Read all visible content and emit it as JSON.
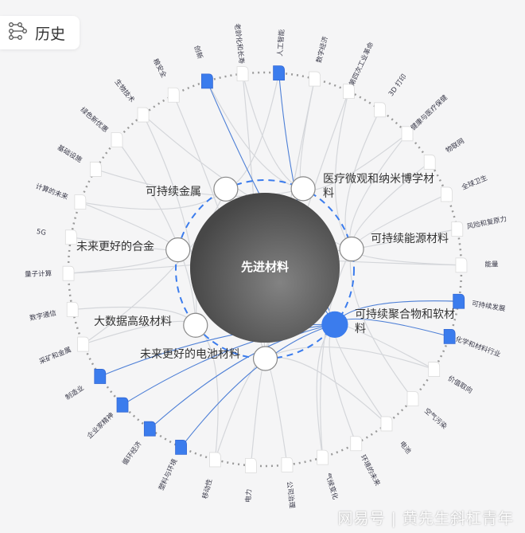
{
  "history_button": {
    "label": "历史",
    "icon": "history-flow-icon"
  },
  "center": {
    "label": "先进材料"
  },
  "colors": {
    "accent": "#3b7ced",
    "center": "#4a4a4a",
    "edge": "#d4d6da",
    "node_border": "#dcdcdc",
    "ring": "#9a9a9a"
  },
  "inner_nodes": [
    {
      "label": "可持续金属",
      "active": false
    },
    {
      "label": "医疗微观和纳米博学材料",
      "active": false
    },
    {
      "label": "可持续能源材料",
      "active": false
    },
    {
      "label": "可持续聚合物和软材料",
      "active": true
    },
    {
      "label": "未来更好的电池材料",
      "active": false
    },
    {
      "label": "大数据高级材料",
      "active": false
    },
    {
      "label": "未来更好的合金",
      "active": false
    }
  ],
  "outer_nodes": [
    {
      "label": "老龄化和长寿",
      "active": false
    },
    {
      "label": "人工智能",
      "active": true
    },
    {
      "label": "数字经济",
      "active": false
    },
    {
      "label": "第四次工业革命",
      "active": false
    },
    {
      "label": "3D 打印",
      "active": false
    },
    {
      "label": "健康与医疗保健",
      "active": false
    },
    {
      "label": "物联网",
      "active": false
    },
    {
      "label": "全球卫生",
      "active": false
    },
    {
      "label": "风险和复原力",
      "active": false
    },
    {
      "label": "能量",
      "active": false
    },
    {
      "label": "可持续发展",
      "active": true
    },
    {
      "label": "化学和材料行业",
      "active": true
    },
    {
      "label": "价值取向",
      "active": false
    },
    {
      "label": "空气污染",
      "active": false
    },
    {
      "label": "电池",
      "active": false
    },
    {
      "label": "环境的未来",
      "active": false
    },
    {
      "label": "气候变化",
      "active": false
    },
    {
      "label": "公司治理",
      "active": false
    },
    {
      "label": "电力",
      "active": false
    },
    {
      "label": "移动性",
      "active": false
    },
    {
      "label": "塑料与环境",
      "active": true
    },
    {
      "label": "循环经济",
      "active": true
    },
    {
      "label": "企业家精神",
      "active": true
    },
    {
      "label": "制造业",
      "active": true
    },
    {
      "label": "采矿和金属",
      "active": false
    },
    {
      "label": "数字通信",
      "active": false
    },
    {
      "label": "量子计算",
      "active": false
    },
    {
      "label": "5G",
      "active": false
    },
    {
      "label": "计算的未来",
      "active": false
    },
    {
      "label": "基础设施",
      "active": false
    },
    {
      "label": "绿色新优惠",
      "active": false
    },
    {
      "label": "生物技术",
      "active": false
    },
    {
      "label": "粮安全",
      "active": false
    },
    {
      "label": "创新",
      "active": true
    }
  ],
  "edges": [
    [
      0,
      1
    ],
    [
      0,
      4
    ],
    [
      1,
      3
    ],
    [
      1,
      0
    ],
    [
      2,
      4
    ],
    [
      2,
      1
    ],
    [
      3,
      2
    ],
    [
      3,
      4
    ],
    [
      4,
      2
    ],
    [
      5,
      1
    ],
    [
      5,
      2
    ],
    [
      6,
      2
    ],
    [
      7,
      2
    ],
    [
      8,
      2
    ],
    [
      9,
      2
    ],
    [
      9,
      6
    ],
    [
      10,
      3
    ],
    [
      11,
      3
    ],
    [
      12,
      4
    ],
    [
      12,
      3
    ],
    [
      13,
      2
    ],
    [
      14,
      4
    ],
    [
      14,
      3
    ],
    [
      15,
      3
    ],
    [
      16,
      2
    ],
    [
      16,
      3
    ],
    [
      17,
      4
    ],
    [
      18,
      4
    ],
    [
      19,
      4
    ],
    [
      19,
      5
    ],
    [
      20,
      3
    ],
    [
      21,
      3
    ],
    [
      22,
      3
    ],
    [
      23,
      3
    ],
    [
      24,
      5
    ],
    [
      24,
      0
    ],
    [
      25,
      5
    ],
    [
      26,
      6
    ],
    [
      27,
      6
    ],
    [
      28,
      0
    ],
    [
      29,
      1
    ],
    [
      30,
      5
    ],
    [
      31,
      2
    ],
    [
      32,
      4
    ],
    [
      33,
      3
    ],
    [
      33,
      1
    ],
    [
      28,
      6
    ],
    [
      26,
      2
    ],
    [
      31,
      5
    ]
  ],
  "watermark": "网易号 | 黄先生斜杠青年"
}
